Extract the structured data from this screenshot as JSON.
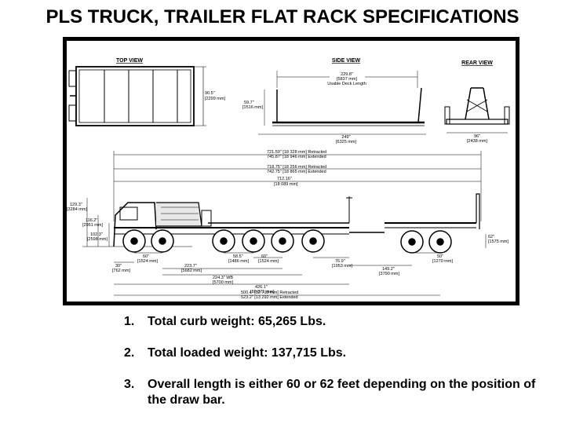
{
  "title": "PLS TRUCK, TRAILER FLAT RACK SPECIFICATIONS",
  "diagram": {
    "views": {
      "top": "TOP VIEW",
      "side": "SIDE VIEW",
      "rear": "REAR VIEW"
    },
    "dims": {
      "top_width_a": "90.5\"",
      "top_width_b": "[2299 mm]",
      "side_len_a": "229.8\"",
      "side_len_b": "[5837 mm]",
      "side_len_c": "Usable Deck Length",
      "side_h_a": "59.7\"",
      "side_h_b": "[1516 mm]",
      "side_total_a": "249\"",
      "side_total_b": "[6325 mm]",
      "rear_w_a": "96\"",
      "rear_w_b": "[2438 mm]",
      "ov1_a": "721.59\" [18 328 mm] Retracted",
      "ov1_b": "745.87\" [18 946 mm] Extended",
      "ov2_a": "718.75\" [18 256 mm] Retracted",
      "ov2_b": "742.75\" [18 865 mm] Extended",
      "ov3_a": "712.16\"",
      "ov3_b": "[18 089 mm]",
      "h1_a": "129.3\"",
      "h1_b": "[3284 mm]",
      "h2_a": "116.2\"",
      "h2_b": "[2951 mm]",
      "h3_a": "102.3\"",
      "h3_b": "[2598 mm]",
      "h4_a": "62\"",
      "h4_b": "[1575 mm]",
      "b1_a": "60\"",
      "b1_b": "[1524 mm]",
      "b2_a": "30\"",
      "b2_b": "[762 mm]",
      "b3_a": "223.7\"",
      "b3_b": "[5682 mm]",
      "b4_a": "58.5\"",
      "b4_b": "[1486 mm]",
      "b5_a": "60\"",
      "b5_b": "[1524 mm]",
      "b6_a": "224.3\" WB",
      "b6_b": "[5700 mm]",
      "b7_a": "426.1\"",
      "b7_b": "[10 871 mm]",
      "b8_a": "76.9\"",
      "b8_b": "[1953 mm]",
      "b9_a": "149.2\"",
      "b9_b": "[3790 mm]",
      "b10_a": "50\"",
      "b10_b": "[1270 mm]",
      "b11_a": "500.4\" [12 710 mm] Retracted",
      "b11_b": "523.2\" [13 292 mm] Extended"
    }
  },
  "notes": [
    {
      "num": "1.",
      "text": "Total curb weight: 65,265 Lbs."
    },
    {
      "num": "2.",
      "text": "Total loaded weight: 137,715 Lbs."
    },
    {
      "num": "3.",
      "text": "Overall length is either 60 or 62 feet depending on the position of the draw bar."
    }
  ]
}
